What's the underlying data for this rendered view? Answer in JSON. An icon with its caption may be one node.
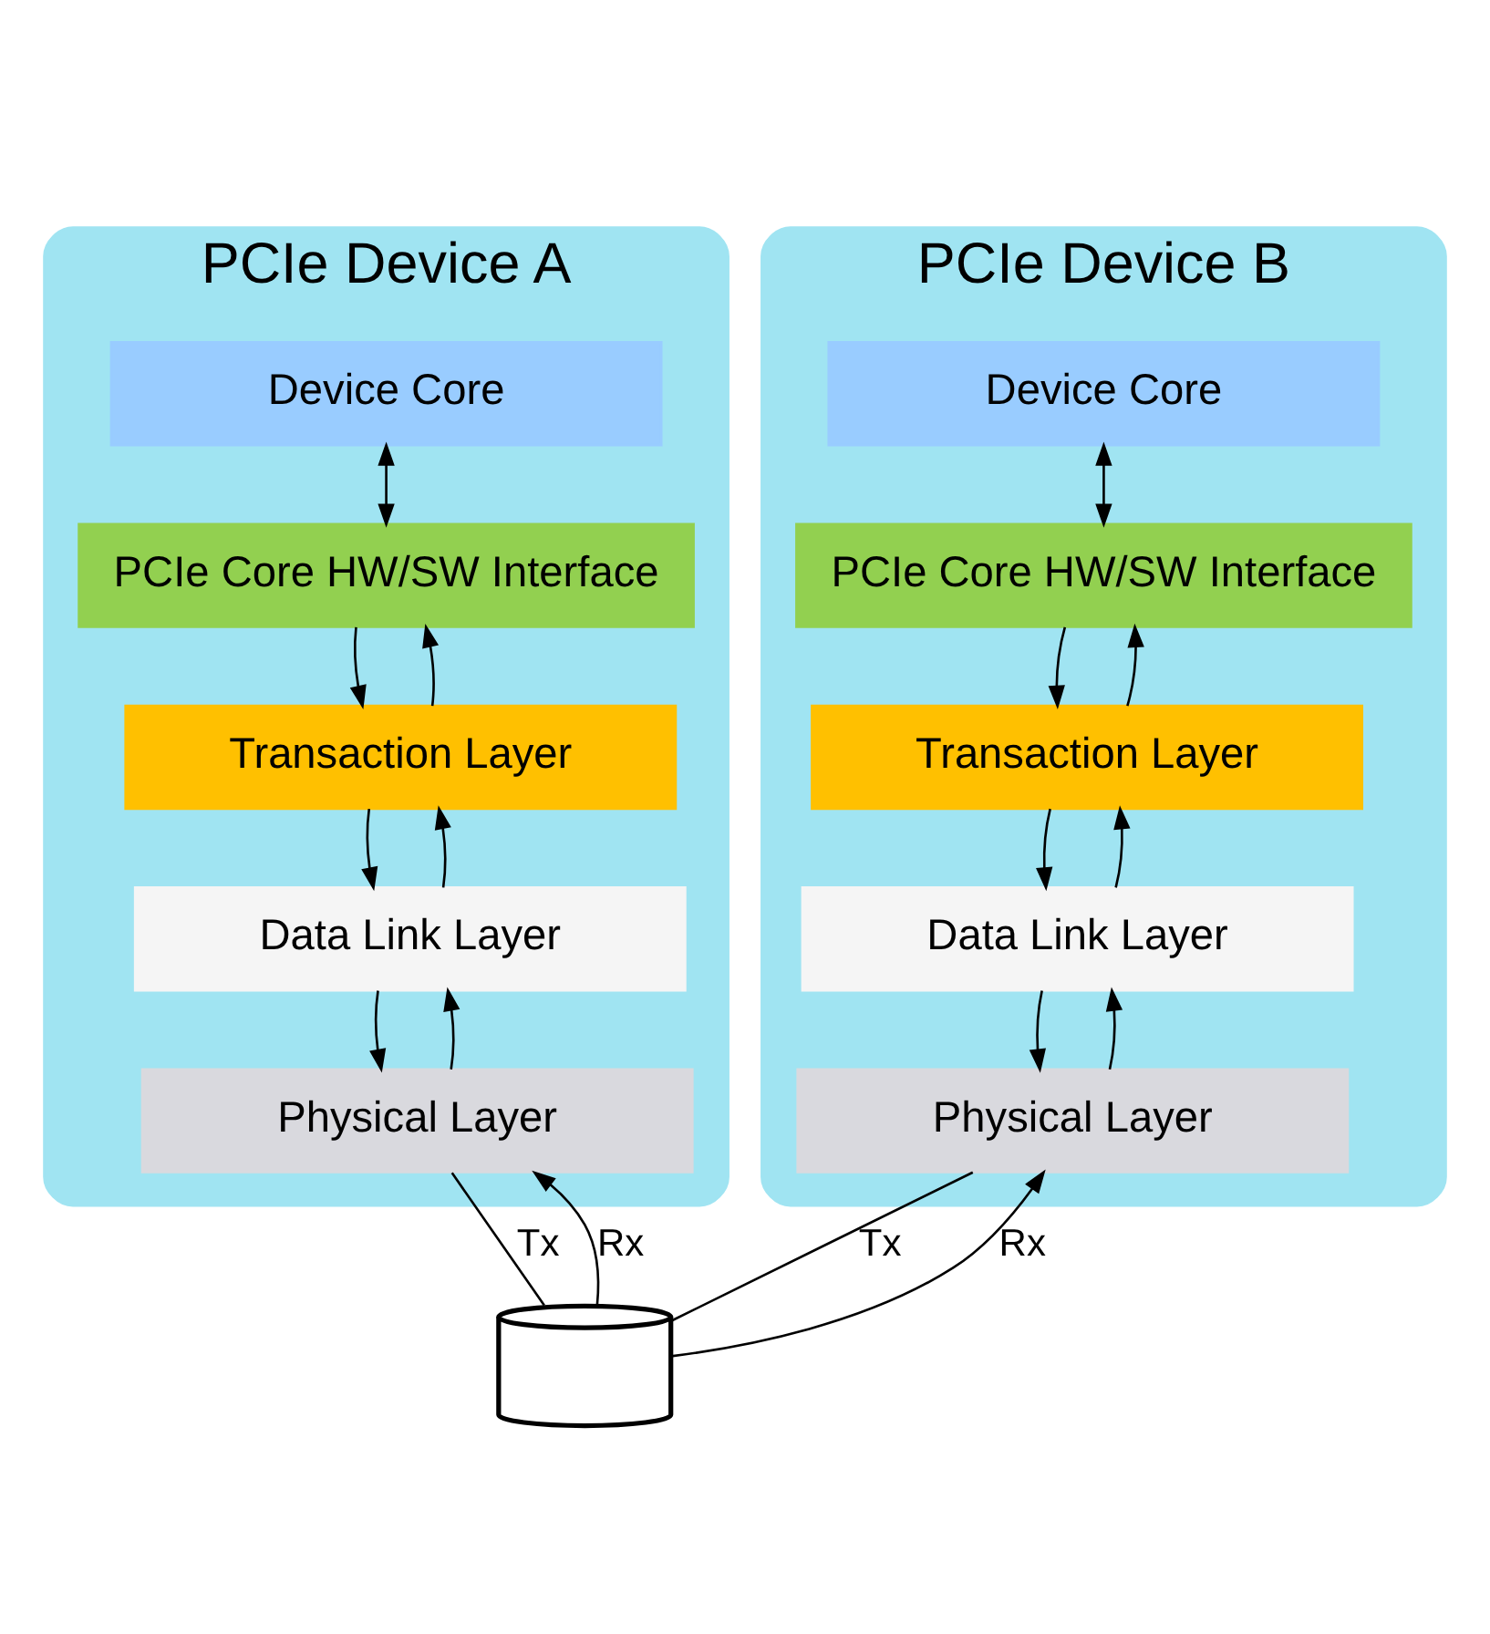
{
  "diagram": {
    "nodes": [
      {
        "text": [
          "PCIe Device A"
        ]
      },
      {
        "text": [
          "Device Core"
        ],
        "in": 0
      },
      {
        "text": [
          "PCIe Core HW/SW Interface"
        ],
        "in": 0
      },
      {
        "text": [
          "Transaction Layer"
        ],
        "in": 0
      },
      {
        "text": [
          "Data Link Layer"
        ],
        "in": 0
      },
      {
        "text": [
          "Physical Layer"
        ],
        "in": 0
      },
      {
        "text": [
          "PCIe Device B"
        ]
      },
      {
        "text": [
          "Device Core"
        ],
        "in": 6
      },
      {
        "text": [
          "PCIe Core HW/SW Interface"
        ],
        "in": 6
      },
      {
        "text": [
          "Transaction Layer"
        ],
        "in": 6
      },
      {
        "text": [
          "Data Link Layer"
        ],
        "in": 6
      },
      {
        "text": [
          "Physical Layer"
        ],
        "in": 6
      },
      {
        "text": [],
        "shape": "cylinder"
      }
    ],
    "edges": [
      {
        "from": 1,
        "to": 2,
        "arrow": "both"
      },
      {
        "from": 2,
        "to": 3,
        "arrow": "to"
      },
      {
        "from": 3,
        "to": 2,
        "arrow": "to"
      },
      {
        "from": 3,
        "to": 4,
        "arrow": "to"
      },
      {
        "from": 4,
        "to": 3,
        "arrow": "to"
      },
      {
        "from": 4,
        "to": 5,
        "arrow": "to"
      },
      {
        "from": 5,
        "to": 4,
        "arrow": "to"
      },
      {
        "from": 7,
        "to": 8,
        "arrow": "both"
      },
      {
        "from": 8,
        "to": 9,
        "arrow": "to"
      },
      {
        "from": 9,
        "to": 8,
        "arrow": "to"
      },
      {
        "from": 9,
        "to": 10,
        "arrow": "to"
      },
      {
        "from": 10,
        "to": 9,
        "arrow": "to"
      },
      {
        "from": 10,
        "to": 11,
        "arrow": "to"
      },
      {
        "from": 11,
        "to": 10,
        "arrow": "to"
      },
      {
        "from": 5,
        "to": 12,
        "arrow": "none",
        "label": "Tx"
      },
      {
        "from": 12,
        "to": 11,
        "arrow": "to",
        "label": "Rx"
      },
      {
        "from": 11,
        "to": 12,
        "arrow": "none",
        "label": "Tx"
      },
      {
        "from": 12,
        "to": 5,
        "arrow": "to",
        "label": "Rx"
      }
    ]
  }
}
